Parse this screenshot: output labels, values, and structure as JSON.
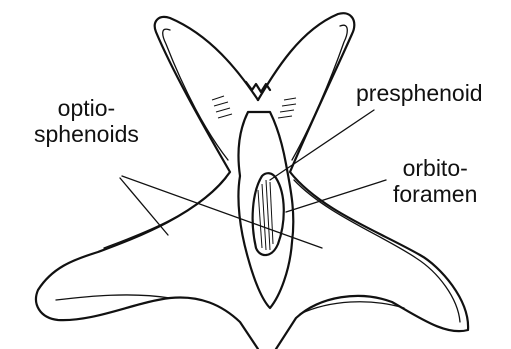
{
  "labels": {
    "optiosphenoids_line1": "optio-",
    "optiosphenoids_line2": "sphenoids",
    "presphenoid": "presphenoid",
    "orbito_line1": "orbito-",
    "orbito_line2": "foramen"
  }
}
